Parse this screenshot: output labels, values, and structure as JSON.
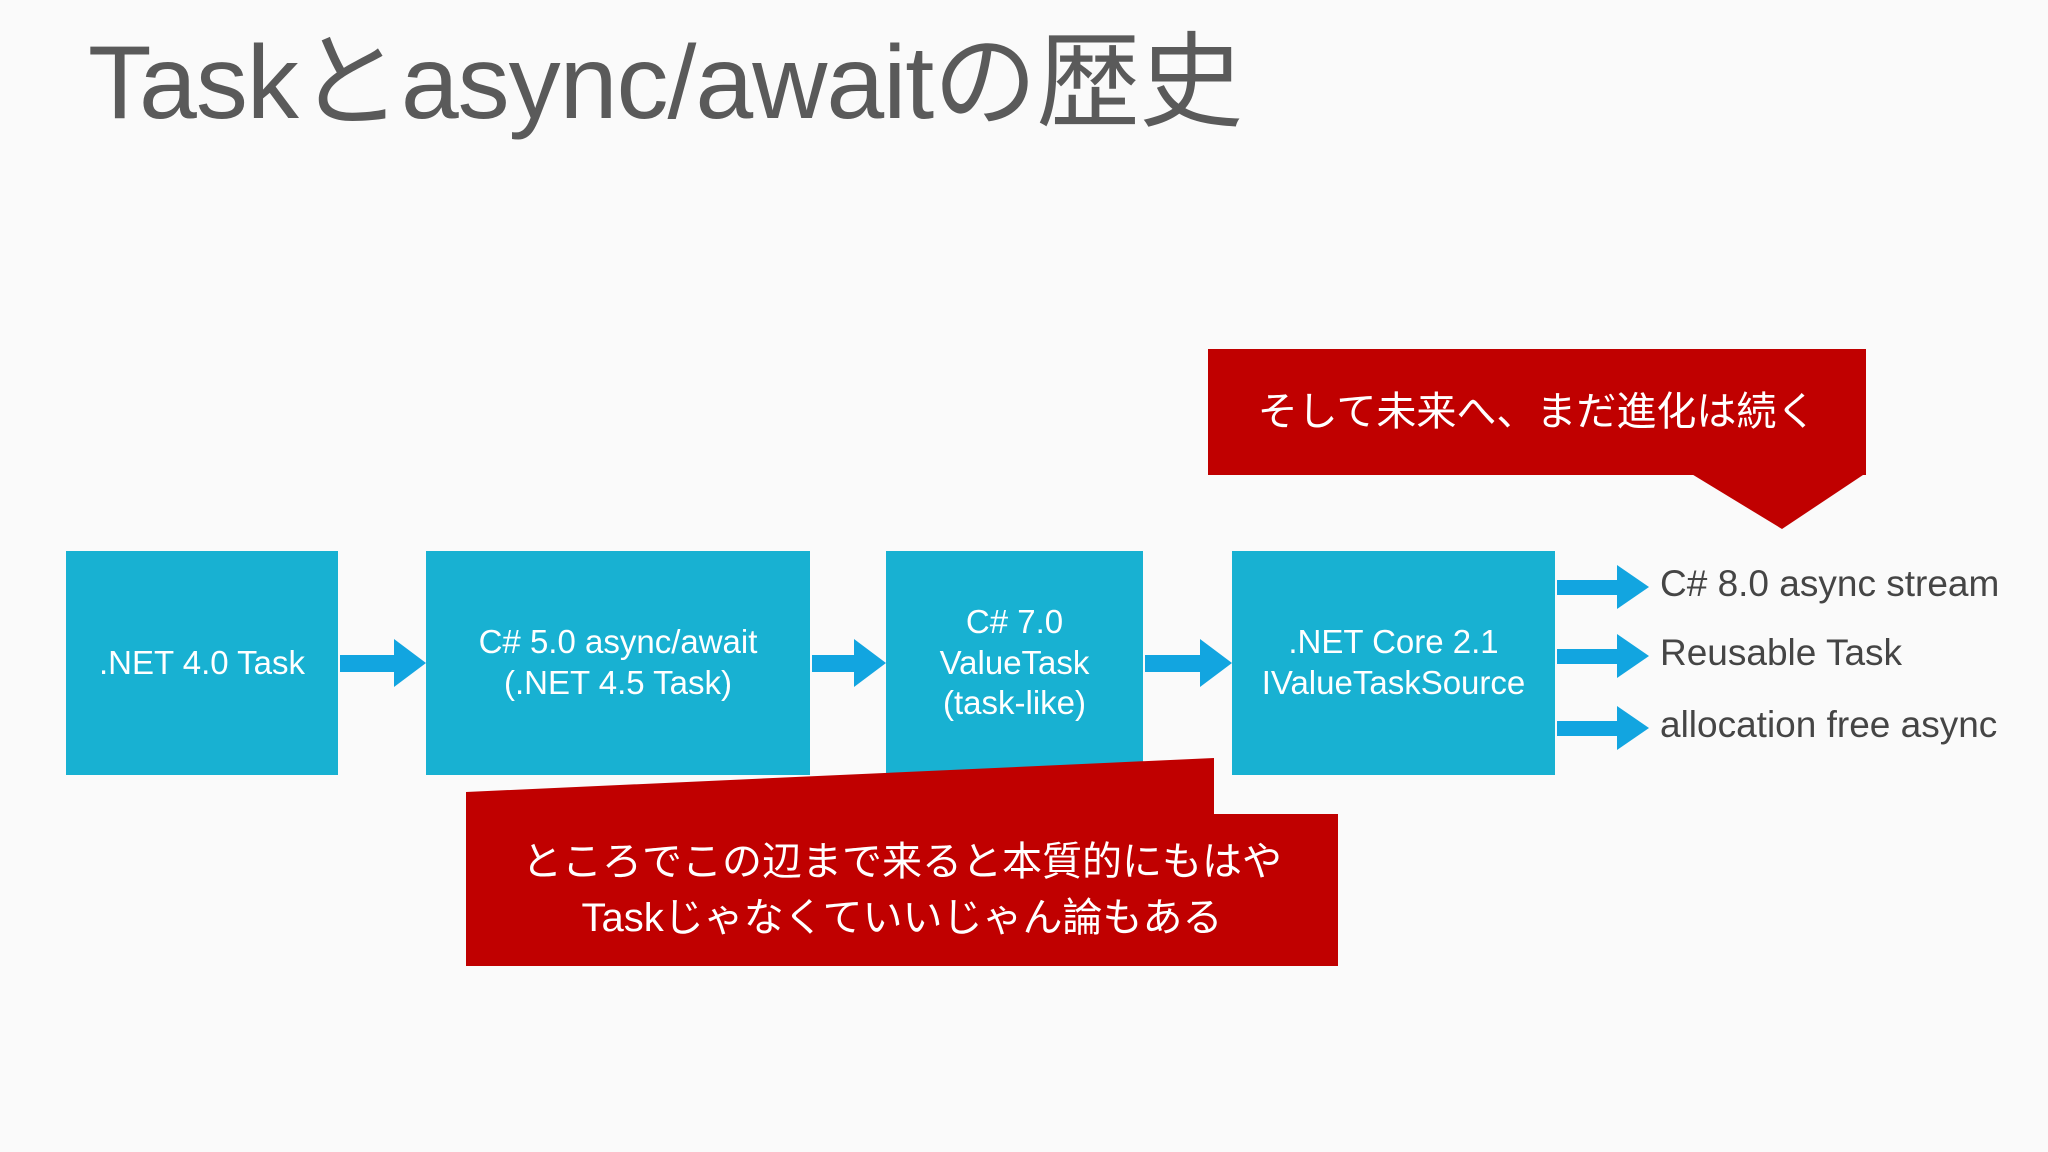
{
  "slide": {
    "title": "Taskとasync/awaitの歴史",
    "background_color": "#fafafa",
    "title_color": "#5a5a5a"
  },
  "colors": {
    "box_fill": "#18b1d2",
    "arrow_blue": "#12a5e0",
    "callout_red": "#c00000",
    "label_text": "#454545"
  },
  "timeline": {
    "boxes": [
      {
        "label": ".NET 4.0 Task"
      },
      {
        "label": "C# 5.0 async/await\n(.NET 4.5 Task)"
      },
      {
        "label": "C# 7.0\nValueTask\n(task-like)"
      },
      {
        "label": ".NET Core 2.1\nIValueTaskSource"
      }
    ]
  },
  "outcomes": {
    "items": [
      {
        "label": "C# 8.0 async stream"
      },
      {
        "label": "Reusable Task"
      },
      {
        "label": "allocation free async"
      }
    ]
  },
  "callouts": {
    "top": {
      "text": "そして未来へ、まだ進化は続く",
      "points_to": "outcomes"
    },
    "bottom": {
      "text": "ところでこの辺まで来ると本質的にもはや\nTaskじゃなくていいじゃん論もある",
      "points_to": ".NET Core 2.1 IValueTaskSource"
    }
  }
}
